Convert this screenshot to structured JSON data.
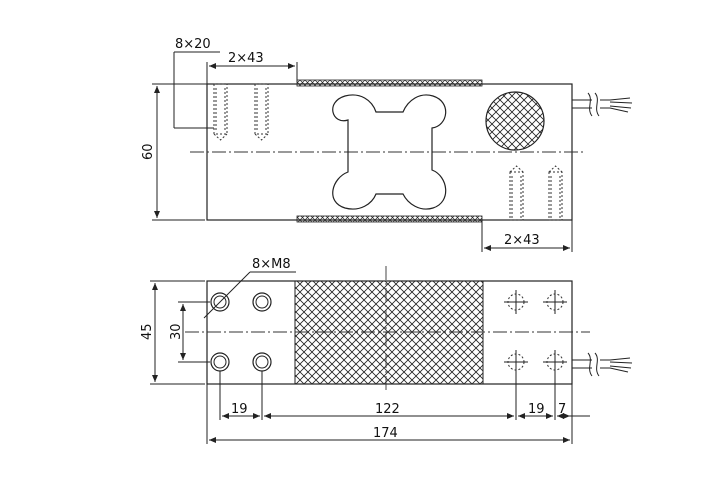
{
  "top_view": {
    "bolt_length_label": "8×20",
    "left_spacing_label": "2×43",
    "right_spacing_label": "2×43",
    "height_label": "60"
  },
  "bottom_view": {
    "thread_label": "8×M8",
    "height_label": "45",
    "hole_spacing_label": "30",
    "dim_left_label": "19",
    "dim_middle_label": "122",
    "dim_right_label": "19",
    "dim_end_label": "7",
    "total_length_label": "174"
  }
}
